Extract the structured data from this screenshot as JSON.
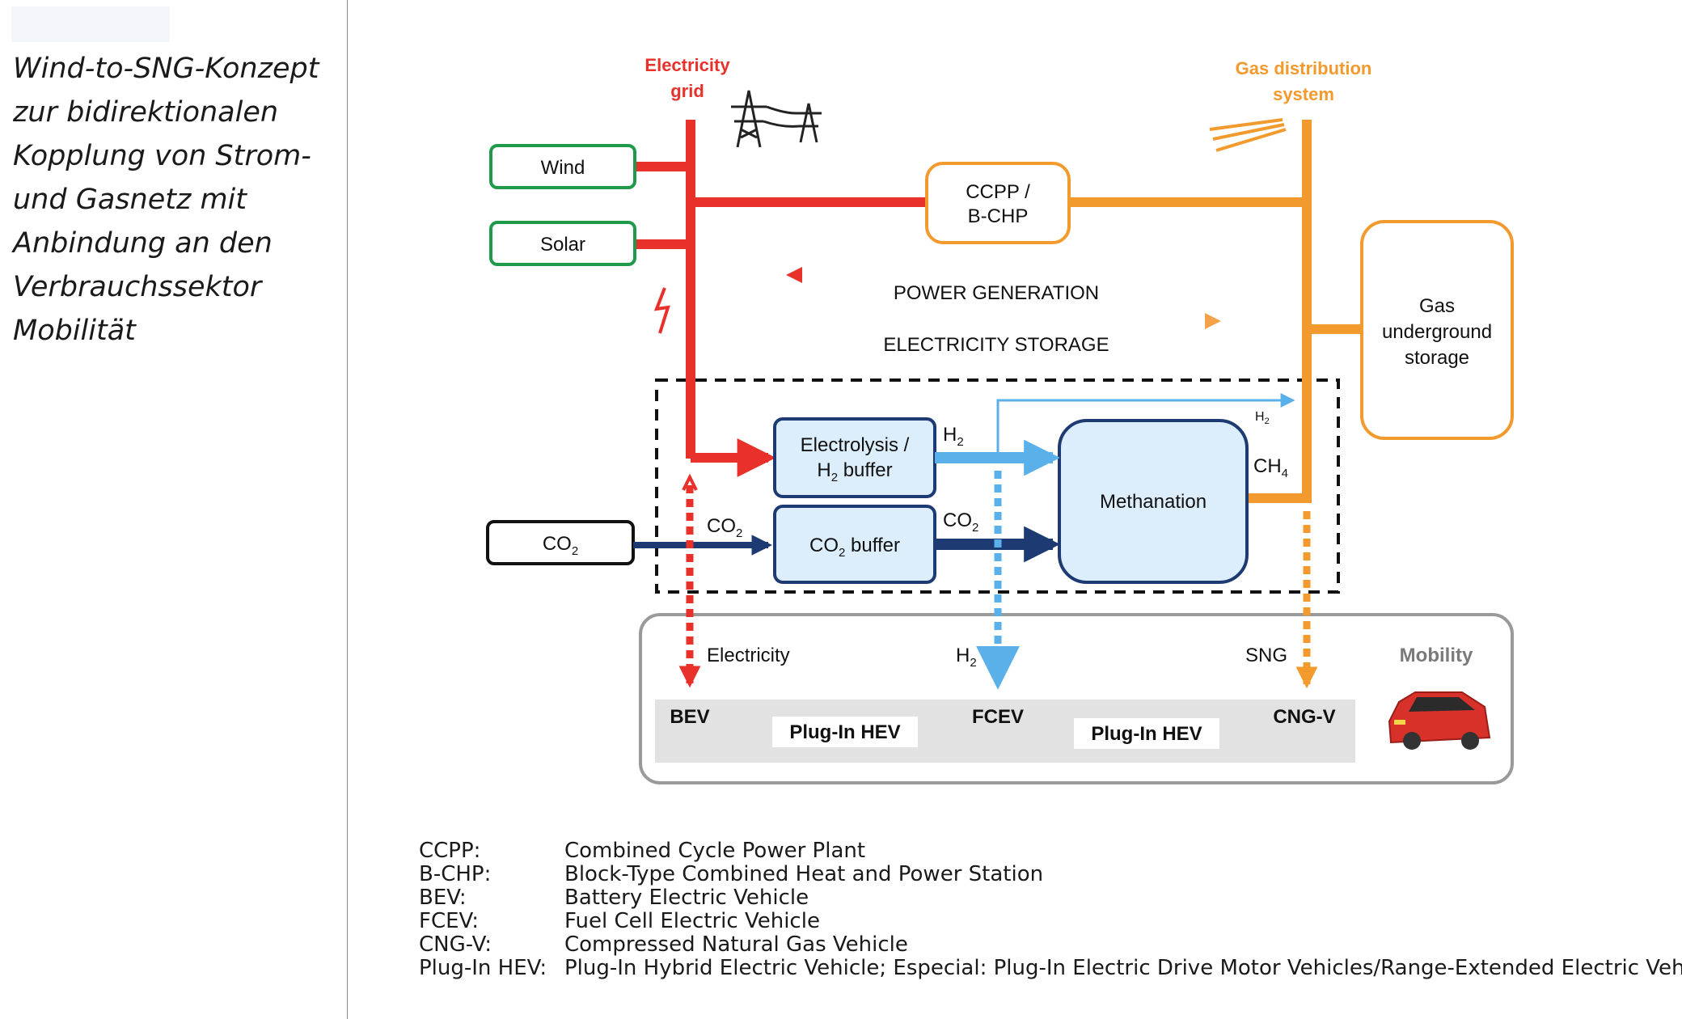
{
  "caption": {
    "lines": [
      "Wind-to-SNG-Konzept",
      "zur bidirektionalen",
      "Kopplung von Strom-",
      "und Gasnetz mit",
      "Anbindung an den",
      "Verbrauchssektor",
      "Mobilität"
    ]
  },
  "diagram": {
    "electricity_grid": [
      "Electricity",
      "grid"
    ],
    "gas_system": [
      "Gas distribution",
      "system"
    ],
    "wind": "Wind",
    "solar": "Solar",
    "ccpp": [
      "CCPP /",
      "B-CHP"
    ],
    "power_generation": "POWER GENERATION",
    "electricity_storage": "ELECTRICITY STORAGE",
    "gas_storage": [
      "Gas",
      "underground",
      "storage"
    ],
    "electrolysis": [
      "Electrolysis /",
      "H",
      "2",
      " buffer"
    ],
    "co2_buffer": [
      "CO",
      "2",
      " buffer"
    ],
    "methanation": "Methanation",
    "co2_source": [
      "CO",
      "2"
    ],
    "h2": [
      "H",
      "2"
    ],
    "co2": [
      "CO",
      "2"
    ],
    "ch4": [
      "CH",
      "4"
    ],
    "mobility": {
      "title": "Mobility",
      "electricity": "Electricity",
      "h2": [
        "H",
        "2"
      ],
      "sng": "SNG",
      "vehicles": [
        "BEV",
        "Plug-In HEV",
        "FCEV",
        "Plug-In HEV",
        "CNG-V"
      ]
    },
    "colors": {
      "electricity": "#e8312a",
      "gas": "#f39a2e",
      "renewables": "#1f9a4a",
      "co2": "#1d3a72",
      "hydrogen": "#5ab0e8",
      "process_fill": "#dcedfb"
    }
  },
  "glossary": [
    {
      "term": "CCPP:",
      "definition": "Combined Cycle Power Plant"
    },
    {
      "term": "B-CHP:",
      "definition": "Block-Type Combined Heat and Power Station"
    },
    {
      "term": "BEV:",
      "definition": "Battery Electric Vehicle"
    },
    {
      "term": "FCEV:",
      "definition": "Fuel Cell Electric Vehicle"
    },
    {
      "term": "CNG-V:",
      "definition": "Compressed Natural Gas Vehicle"
    },
    {
      "term": "Plug-In HEV:",
      "definition": "Plug-In Hybrid Electric Vehicle; Especial: Plug-In Electric Drive Motor Vehicles/Range-Extended Electric Vehicle"
    }
  ]
}
